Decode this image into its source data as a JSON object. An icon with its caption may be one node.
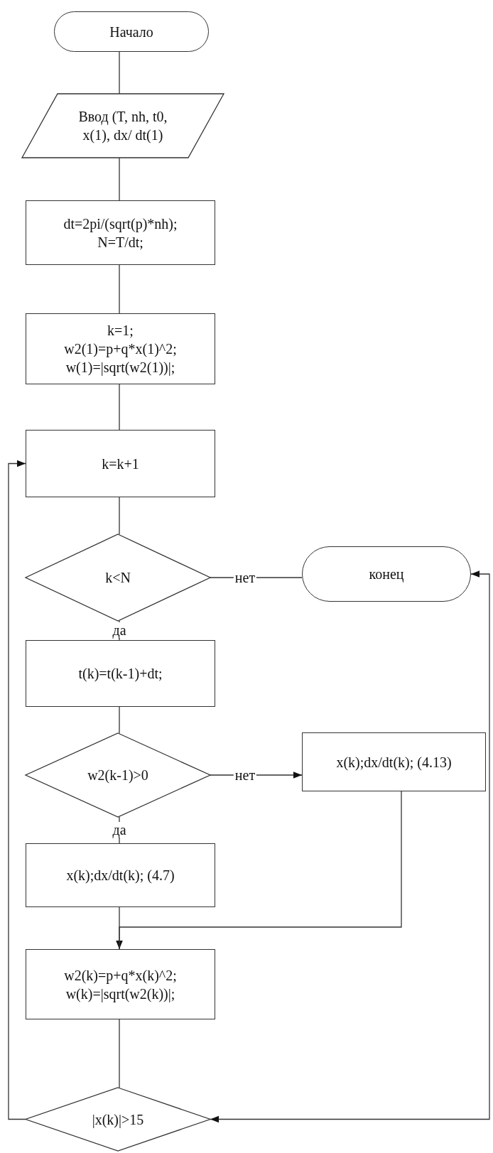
{
  "diagram": {
    "nodes": [
      {
        "text": [
          "Начало"
        ]
      },
      {
        "text": [
          "Ввод (T, nh, t0, x(1), dx/ dt(1)"
        ]
      },
      {
        "text": [
          "dt=2pi/(sqrt(p)*nh); N=T/dt;"
        ]
      },
      {
        "text": [
          "k=1; w2(1)=p+q*x(1)^2; w(1)=|sqrt(w2(1))|;"
        ]
      },
      {
        "text": [
          "k=k+1"
        ]
      },
      {
        "text": [
          "k<N"
        ]
      },
      {
        "text": [
          "конец"
        ]
      },
      {
        "text": [
          "t(k)=t(k-1)+dt;"
        ]
      },
      {
        "text": [
          "w2(k-1)>0"
        ]
      },
      {
        "text": [
          "x(k);dx/dt(k); (4.13)"
        ]
      },
      {
        "text": [
          "x(k);dx/dt(k); (4.7)"
        ]
      },
      {
        "text": [
          "w2(k)=p+q*x(k)^2; w(k)=|sqrt(w2(k))|;"
        ]
      },
      {
        "text": [
          "|x(k)|>15"
        ]
      }
    ],
    "edges": [
      {
        "from": 0,
        "to": 1,
        "arrow": "none"
      },
      {
        "from": 1,
        "to": 2,
        "arrow": "none"
      },
      {
        "from": 2,
        "to": 3,
        "arrow": "none"
      },
      {
        "from": 3,
        "to": 4,
        "arrow": "none"
      },
      {
        "from": 4,
        "to": 5,
        "arrow": "none"
      },
      {
        "from": 5,
        "to": 6,
        "arrow": "none",
        "label": "нет"
      },
      {
        "from": 5,
        "to": 7,
        "arrow": "none",
        "label": "да"
      },
      {
        "from": 7,
        "to": 8,
        "arrow": "none"
      },
      {
        "from": 8,
        "to": 9,
        "arrow": "to",
        "label": "нет"
      },
      {
        "from": 8,
        "to": 10,
        "arrow": "none",
        "label": "да"
      },
      {
        "from": 9,
        "to": 11,
        "arrow": "to"
      },
      {
        "from": 10,
        "to": 11,
        "arrow": "none"
      },
      {
        "from": 11,
        "to": 12,
        "arrow": "none"
      },
      {
        "from": 12,
        "to": 4,
        "arrow": "to"
      },
      {
        "from": 12,
        "to": 6,
        "arrow": "both"
      }
    ]
  }
}
